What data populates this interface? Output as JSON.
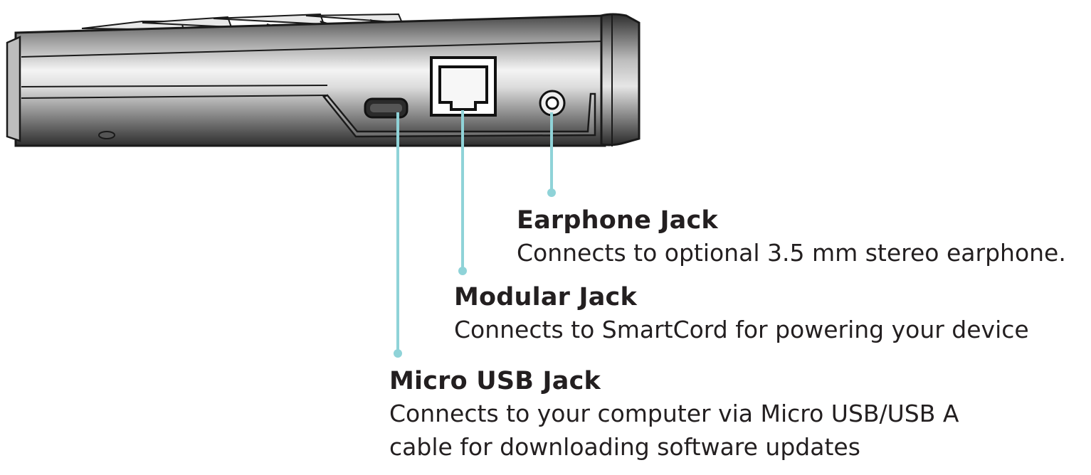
{
  "colors": {
    "leader_line": "#8fd3d8",
    "device_dark": "#3a3a3a",
    "device_light": "#f2f2f2",
    "outline": "#1a1a1a",
    "text": "#231f20"
  },
  "icons": [
    "micro-usb-port-icon",
    "modular-jack-port-icon",
    "earphone-jack-port-icon"
  ],
  "callouts": {
    "earphone": {
      "title": "Earphone Jack",
      "desc_lines": [
        "Connects to optional 3.5 mm stereo earphone."
      ]
    },
    "modular": {
      "title": "Modular Jack",
      "desc_lines": [
        "Connects to SmartCord for powering your device"
      ]
    },
    "usb": {
      "title": "Micro USB Jack",
      "desc_lines": [
        "Connects to your computer via Micro USB/USB A",
        "cable for downloading software updates"
      ]
    }
  }
}
